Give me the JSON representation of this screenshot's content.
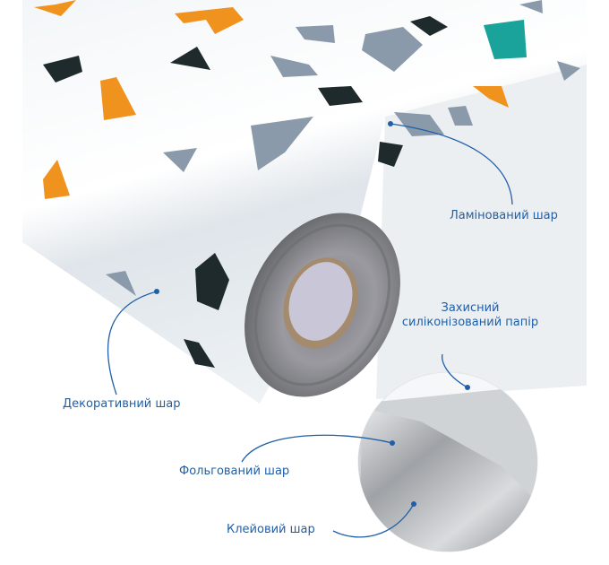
{
  "labels": {
    "laminated": "Ламінований шар",
    "protective_line1": "Захисний",
    "protective_line2": "силіконізований папір",
    "decorative": "Декоративний шар",
    "foil": "Фольгований шар",
    "adhesive": "Клейовий шар"
  },
  "colors": {
    "label": "#1f5fa8",
    "orange": "#f0921e",
    "dark": "#1e2a2c",
    "gray": "#8a9aab",
    "teal": "#1aa39b"
  }
}
